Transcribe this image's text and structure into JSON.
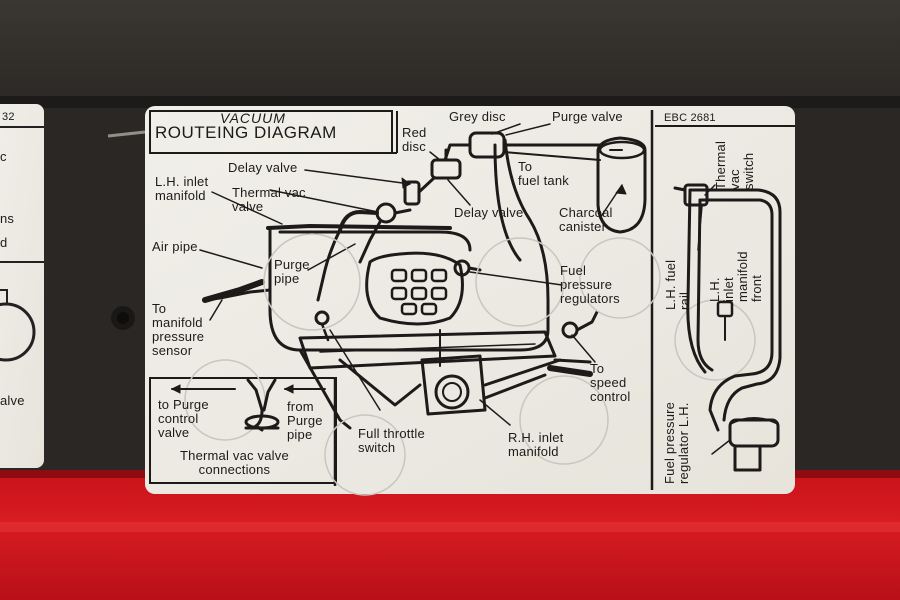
{
  "label": {
    "header_italic": "VACUUM",
    "title": "ROUTEING DIAGRAM",
    "code": "EBC 2681",
    "callouts": {
      "red_disc": "Red\ndisc",
      "grey_disc": "Grey disc",
      "purge_valve": "Purge valve",
      "delay_valve_top": "Delay valve",
      "lh_inlet_manifold": "L.H. inlet\nmanifold",
      "thermal_vac_valve": "Thermal vac\nvalve",
      "to_fuel_tank": "To\nfuel tank",
      "delay_valve_mid": "Delay valve",
      "charcoal_canister": "Charcoal\ncanister",
      "air_pipe": "Air pipe",
      "purge_pipe": "Purge\npipe",
      "fuel_pressure_regulators": "Fuel\npressure\nregulators",
      "to_manifold_pressure_sensor": "To\nmanifold\npressure\nsensor",
      "to_speed_control": "To\nspeed\ncontrol",
      "full_throttle_switch": "Full throttle\nswitch",
      "rh_inlet_manifold": "R.H. inlet\nmanifold"
    },
    "connections_box": {
      "to_purge_control_valve": "to Purge\ncontrol\nvalve",
      "from_purge_pipe": "from\nPurge\npipe",
      "caption": "Thermal vac valve\nconnections"
    },
    "side_panel": {
      "thermal_vac_switch": "Thermal\nvac\nswitch",
      "lh_fuel_rail": "L.H. fuel\nrail",
      "lh_inlet_manifold_front": "L.H.\ninlet\nmanifold\nfront",
      "fuel_pressure_regulator_lh": "Fuel pressure\nregulator L.H."
    }
  },
  "left_label_fragments": [
    "32",
    "c",
    "ns",
    "d",
    "alve"
  ]
}
